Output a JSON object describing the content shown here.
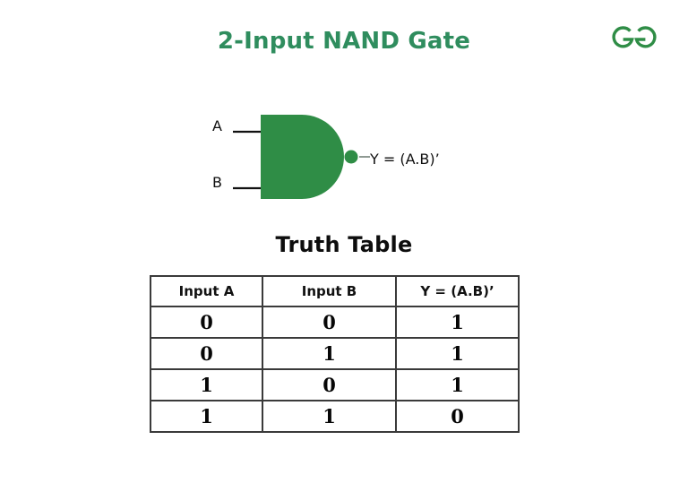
{
  "page": {
    "title": "2-Input NAND Gate",
    "background_color": "#ffffff",
    "title_color": "#2f8d5e"
  },
  "brand": {
    "logo_name": "geeksforgeeks-logo",
    "logo_color": "#2f8d46"
  },
  "diagram": {
    "gate_type": "NAND",
    "gate_fill_color": "#2f8d46",
    "wire_color": "#111111",
    "inputs": [
      {
        "label": "A"
      },
      {
        "label": "B"
      }
    ],
    "output": {
      "label": "Y = (A.B)’",
      "has_inversion_bubble": true
    }
  },
  "truth_table": {
    "heading": "Truth Table",
    "columns": [
      "Input A",
      "Input B",
      "Y = (A.B)’"
    ],
    "rows": [
      [
        "0",
        "0",
        "1"
      ],
      [
        "0",
        "1",
        "1"
      ],
      [
        "1",
        "0",
        "1"
      ],
      [
        "1",
        "1",
        "0"
      ]
    ]
  },
  "chart_data": {
    "type": "table",
    "title": "Truth Table",
    "categories": [
      "Input A",
      "Input B",
      "Y = (A.B)’"
    ],
    "rows": [
      {
        "A": 0,
        "B": 0,
        "Y": 1
      },
      {
        "A": 0,
        "B": 1,
        "Y": 1
      },
      {
        "A": 1,
        "B": 0,
        "Y": 1
      },
      {
        "A": 1,
        "B": 1,
        "Y": 0
      }
    ]
  }
}
